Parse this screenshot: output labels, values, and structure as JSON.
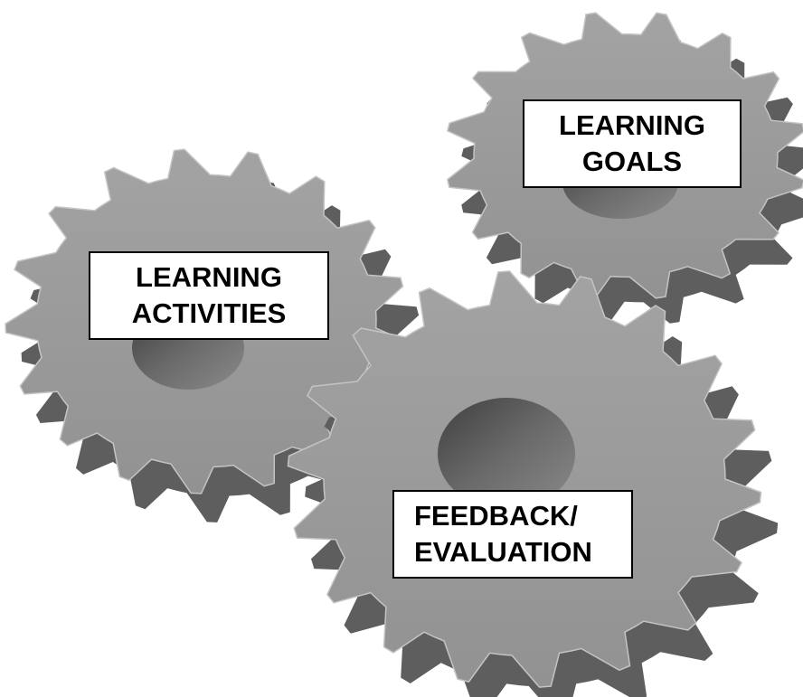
{
  "gears": [
    {
      "id": "goals",
      "label_lines": [
        "LEARNING",
        "GOALS"
      ]
    },
    {
      "id": "activities",
      "label_lines": [
        "LEARNING",
        "ACTIVITIES"
      ]
    },
    {
      "id": "feedback",
      "label_lines": [
        "FEEDBACK/",
        "EVALUATION"
      ]
    }
  ],
  "colors": {
    "gear_face": "#9a9a9a",
    "gear_side": "#6e6e6e",
    "gear_dark": "#555555",
    "gear_edge": "#bdbdbd",
    "hole_dark": "#4a4a4a",
    "label_bg": "#ffffff",
    "label_border": "#000000",
    "label_text": "#000000"
  }
}
